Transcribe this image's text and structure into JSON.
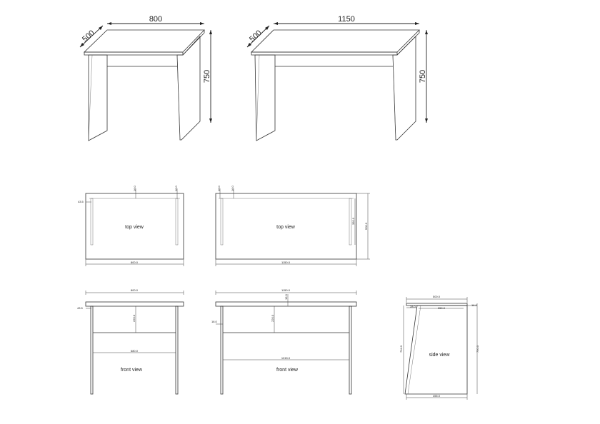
{
  "iso_small": {
    "width": "800",
    "depth": "500",
    "height": "750"
  },
  "iso_large": {
    "width": "1150",
    "depth": "500",
    "height": "750"
  },
  "top_small": {
    "label": "top view",
    "dim_a": "16.0",
    "dim_b": "16.0",
    "dim_left": "43.5",
    "dim_bottom": "800.0"
  },
  "top_large": {
    "label": "top view",
    "dim_a": "16.0",
    "dim_b": "16.0",
    "dim_inner": "350.0",
    "dim_right": "500.0",
    "dim_bottom": "1150.0"
  },
  "front_small": {
    "label": "front view",
    "dim_top": "800.0",
    "dim_left": "43.5",
    "dim_mid": "220.0",
    "dim_inner": "680.0"
  },
  "front_large": {
    "label": "front view",
    "dim_top": "1150.0",
    "dim_a": "16.0",
    "dim_mid": "220.0",
    "dim_left": "16.0",
    "dim_inner": "1015.0"
  },
  "side": {
    "label": "side view",
    "dim_top": "500.0",
    "dim_a": "28.0",
    "dim_b": "350.0",
    "dim_c": "16.0",
    "dim_left": "734.0",
    "dim_right": "750.0",
    "dim_bottom": "455.0"
  }
}
